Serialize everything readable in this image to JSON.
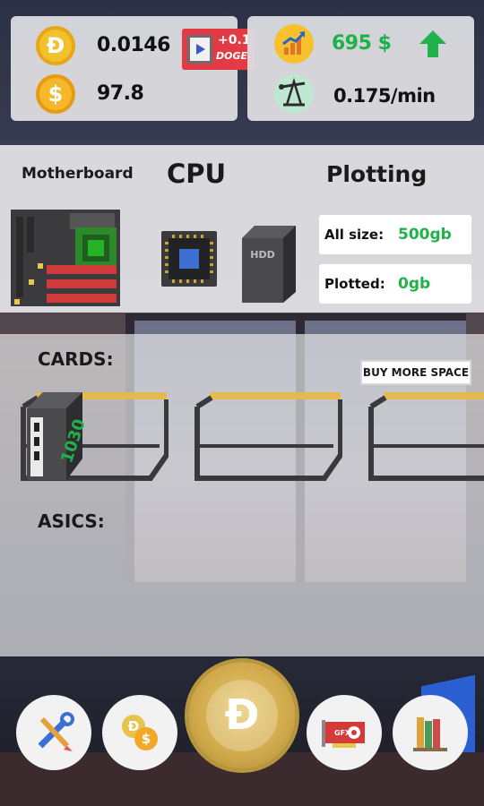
{
  "stats": {
    "doge_balance": "0.0146",
    "usd_balance": "97.8",
    "ad_reward_amount": "+0.1",
    "ad_reward_unit": "DOGE",
    "price": "695 $",
    "rate": "0.175/min"
  },
  "hardware": {
    "motherboard_label": "Motherboard",
    "cpu_label": "CPU",
    "plotting_label": "Plotting",
    "hdd_text": "HDD",
    "all_size_label": "All size:",
    "all_size_value": "500gb",
    "plotted_label": "Plotted:",
    "plotted_value": "0gb"
  },
  "rigs": {
    "cards_label": "CARDS:",
    "asics_label": "ASICS:",
    "buy_more_label": "BUY MORE SPACE",
    "card_model": "1030",
    "gfx_text": "GFX"
  },
  "icons": {
    "doge_coin": "doge-coin-icon",
    "dollar_coin": "dollar-coin-icon",
    "chart": "chart-icon",
    "oil_rig": "oil-rig-icon",
    "arrow": "arrow-up-icon"
  },
  "colors": {
    "green": "#1fb24a",
    "doge_gold": "#f2c12e",
    "shelf_top": "#e5b94e"
  }
}
